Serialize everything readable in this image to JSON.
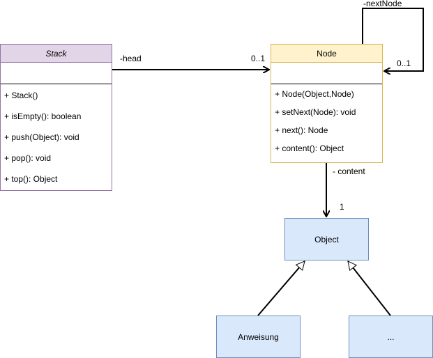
{
  "stack": {
    "title": "Stack",
    "operations": [
      "+ Stack()",
      "+ isEmpty(): boolean",
      "+ push(Object): void",
      "+ pop(): void",
      "+ top(): Object"
    ]
  },
  "node": {
    "title": "Node",
    "operations": [
      "+ Node(Object,Node)",
      "+ setNext(Node): void",
      "+ next(): Node",
      "+ content(): Object"
    ]
  },
  "boxes": {
    "object": "Object",
    "anweisung": "Anweisung",
    "ellipsis": "..."
  },
  "labels": {
    "head_role": "-head",
    "head_mult": "0..1",
    "next_role": "-nextNode",
    "next_mult": "0..1",
    "content_role": "- content",
    "content_mult": "1"
  },
  "colors": {
    "stack_fill": "#e1d5e7",
    "stack_stroke": "#9673a6",
    "node_fill": "#fff2cc",
    "node_stroke": "#d6b656",
    "box_fill": "#dae8fc",
    "box_stroke": "#6c8ebf"
  }
}
